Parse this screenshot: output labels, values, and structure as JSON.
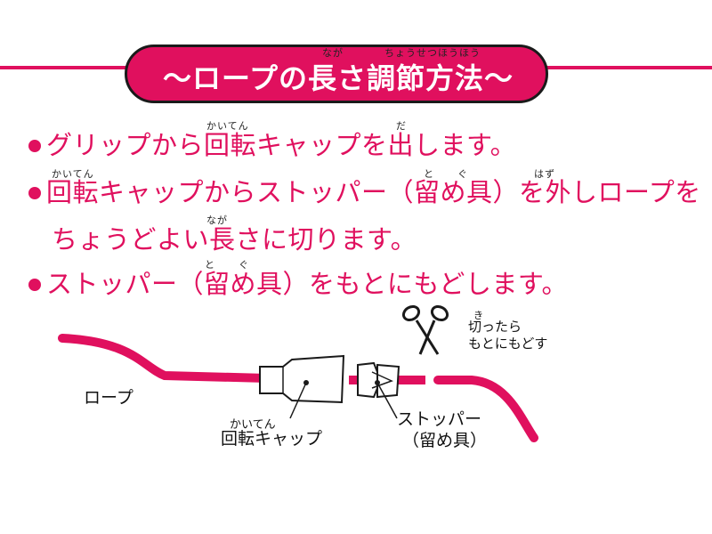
{
  "title": {
    "text": "〜ロープの長さ調節方法〜",
    "ruby_naga": "なが",
    "ruby_chousetsuhouhou": "ちょうせつほうほう"
  },
  "instructions": [
    {
      "line1": "グリップから回転キャップを出します。",
      "ruby_kaiten": "かいてん",
      "ruby_da": "だ"
    },
    {
      "line1": "回転キャップからストッパー（留め具）を外しロープを",
      "line2": "ちょうどよい長さに切ります。",
      "ruby_kaiten": "かいてん",
      "ruby_to": "と",
      "ruby_gu": "ぐ",
      "ruby_hazu": "はず",
      "ruby_naga": "なが"
    },
    {
      "line1": "ストッパー（留め具）をもとにもどします。",
      "ruby_to": "と",
      "ruby_gu": "ぐ"
    }
  ],
  "diagram": {
    "rope_label": "ロープ",
    "cap_ruby": "かいてん",
    "cap_label": "回転キャップ",
    "stopper_label": "ストッパー",
    "stopper_sub": "（留め具）",
    "cut_ruby": "き",
    "cut_line1": "切ったら",
    "cut_line2": "もとにもどす"
  },
  "colors": {
    "accent": "#e0105e",
    "outline": "#1a1a1a",
    "background": "#ffffff"
  },
  "icons": [
    "bullet-dot",
    "scissors-icon"
  ]
}
